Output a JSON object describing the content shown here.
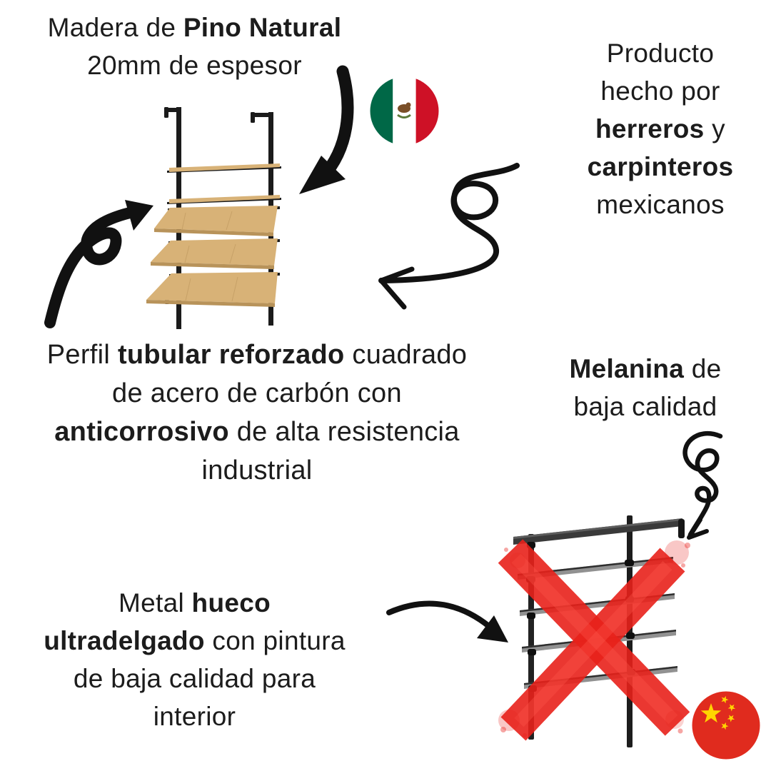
{
  "page": {
    "background": "#ffffff",
    "kind": "product-comparison-infographic"
  },
  "colors": {
    "ink": "#1c1c1c",
    "arrow_black": "#111111",
    "wood": "#d8b277",
    "wood_light": "#e6cf9e",
    "wood_dark": "#b8935a",
    "frame_black": "#1b1b1b",
    "metal_gray": "#919191",
    "metal_dark": "#3a3a3a",
    "x_red": "#e8211b",
    "x_red_light": "#ff5a4d",
    "mexico_green": "#006847",
    "mexico_red": "#ce1126",
    "mexico_white": "#ffffff",
    "china_red": "#e02b1e",
    "china_yellow": "#ffd500"
  },
  "texts": {
    "wood_note": {
      "l1a": "Madera de ",
      "l1b": "Pino Natural",
      "l2": "20mm de espesor"
    },
    "makers_note": {
      "l1": "Producto",
      "l2": "hecho por",
      "l3a": "herreros",
      "l3b": " y",
      "l4": "carpinteros",
      "l5": "mexicanos"
    },
    "steel_note": {
      "l1a": "Perfil ",
      "l1b": "tubular reforzado",
      "l1c": " cuadrado",
      "l2": "de acero de carbón con",
      "l3a": "anticorrosivo",
      "l3b": " de alta resistencia",
      "l4": "industrial"
    },
    "melamine_note": {
      "l1a": "Melanina",
      "l1b": " de",
      "l2": "baja calidad"
    },
    "metal_note": {
      "l1a": "Metal ",
      "l1b": "hueco",
      "l2a": "ultradelgado",
      "l2b": " con pintura",
      "l3": "de baja calidad para",
      "l4": "interior"
    }
  },
  "icons": {
    "mexico_flag": "mexico-flag-icon",
    "china_flag": "china-flag-icon",
    "rejected_mark": "red-x-mark",
    "arrows": [
      "arrow-wood-note-to-shelf",
      "arrow-left-loop-to-shelf",
      "arrow-curly-makers-to-shelf",
      "arrow-metal-note-to-bad-shelf",
      "arrow-squiggle-melamine-to-bad-shelf"
    ]
  }
}
